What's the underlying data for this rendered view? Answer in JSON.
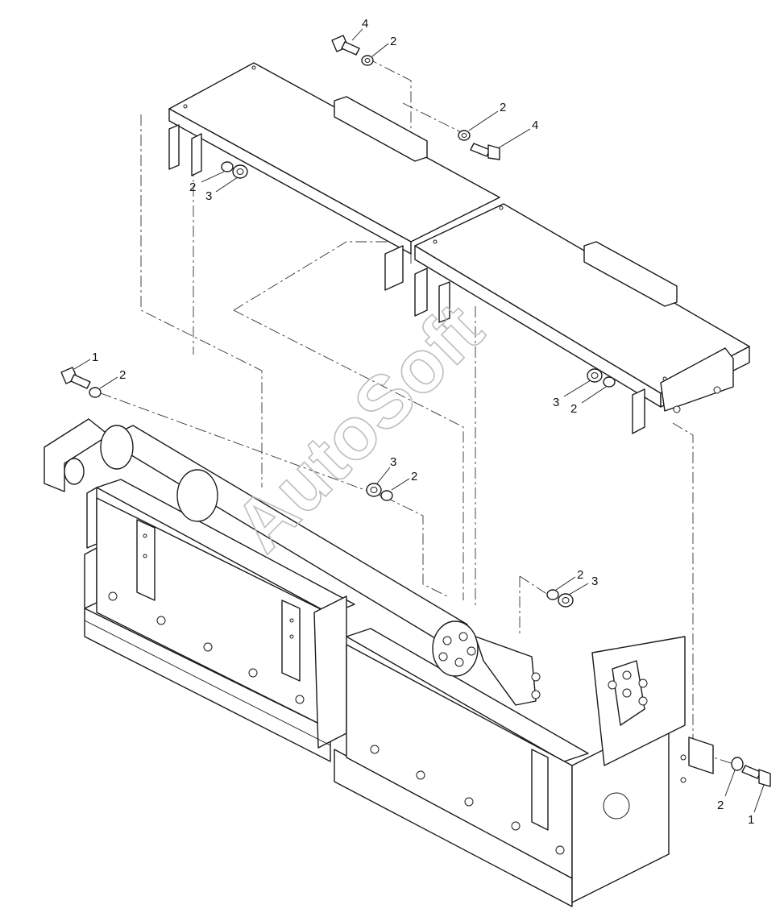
{
  "watermark": "AutoSoft",
  "callouts": [
    {
      "id": "c1",
      "text": "4"
    },
    {
      "id": "c2",
      "text": "2"
    },
    {
      "id": "c3",
      "text": "2"
    },
    {
      "id": "c4",
      "text": "4"
    },
    {
      "id": "c5",
      "text": "2"
    },
    {
      "id": "c6",
      "text": "3"
    },
    {
      "id": "c7",
      "text": "1"
    },
    {
      "id": "c8",
      "text": "2"
    },
    {
      "id": "c9",
      "text": "3"
    },
    {
      "id": "c10",
      "text": "2"
    },
    {
      "id": "c11",
      "text": "3"
    },
    {
      "id": "c12",
      "text": "2"
    },
    {
      "id": "c13",
      "text": "2"
    },
    {
      "id": "c14",
      "text": "3"
    },
    {
      "id": "c15",
      "text": "2"
    },
    {
      "id": "c16",
      "text": "1"
    }
  ]
}
